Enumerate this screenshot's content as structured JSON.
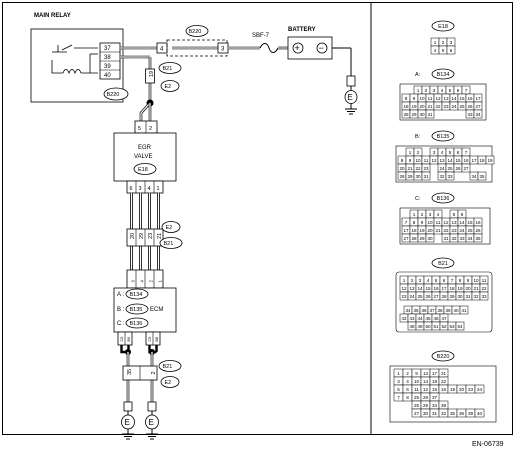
{
  "left": {
    "main_relay": {
      "title": "MAIN RELAY",
      "pins": [
        "37",
        "38",
        "39",
        "40"
      ],
      "connector": "B220"
    },
    "main_relay_conn": "B220",
    "fuse_pin_left": "4",
    "fuse_pin_right": "3",
    "fuse_label": "SBF-7",
    "battery_label": "BATTERY",
    "battery_plus": "+",
    "battery_minus": "−",
    "ground_symbol": "E",
    "b21_label": "B21",
    "e2_label": "E2",
    "b21_pin": "19",
    "egr": {
      "title_line1": "EGR",
      "title_line2": "VALVE",
      "connector": "E18",
      "top_pins": [
        "5",
        "2"
      ],
      "bottom_pins": [
        "6",
        "3",
        "4",
        "1"
      ]
    },
    "mid_e2": "E2",
    "mid_b21": "B21",
    "mid_pins": [
      "20",
      "29",
      "23",
      "21"
    ],
    "ecm": {
      "top_pins": [
        "B134",
        "B134",
        "B134",
        "B134"
      ],
      "top_pin_nums": [
        "3",
        "4",
        "2",
        "1"
      ],
      "row_a_label": "A :",
      "row_a_conn": "B134",
      "row_b_label": "B :",
      "row_b_conn": "B135",
      "ecm_label": "ECM",
      "row_c_label": "C :",
      "row_c_conn": "B136",
      "bottom_left": [
        "C6",
        "B9"
      ],
      "bottom_right": [
        "C5",
        "B8"
      ]
    },
    "low_b21": "B21",
    "low_e2": "E2",
    "low_pins": [
      "35",
      "2"
    ],
    "ground_left": "E",
    "ground_right": "E",
    "grounds_lower": [
      "E",
      "E"
    ]
  },
  "right": {
    "e18": {
      "label": "E18",
      "rows": [
        [
          "1",
          "2",
          "3"
        ],
        [
          "4",
          "5",
          "6"
        ]
      ]
    },
    "b134": {
      "label": "A: B134",
      "prefix": "A:",
      "conn": "B134",
      "rows": [
        [
          "1",
          "2",
          "3",
          "4",
          "5",
          "6",
          "7"
        ],
        [
          "8",
          "9",
          "10",
          "11",
          "12",
          "13",
          "14",
          "15",
          "16",
          "17"
        ],
        [
          "18",
          "19",
          "20",
          "21",
          "22",
          "23",
          "24",
          "25",
          "26",
          "27"
        ],
        [
          "28",
          "29",
          "30",
          "31",
          "",
          "",
          "",
          "",
          "33",
          "34"
        ]
      ]
    },
    "b135": {
      "prefix": "B:",
      "conn": "B135",
      "rows": [
        [
          "1",
          "2",
          "",
          "3",
          "4",
          "5",
          "6",
          "7"
        ],
        [
          "8",
          "9",
          "10",
          "11",
          "12",
          "13",
          "14",
          "15",
          "16",
          "17",
          "18",
          "19"
        ],
        [
          "20",
          "21",
          "22",
          "23",
          "",
          "24",
          "25",
          "26",
          "27"
        ],
        [
          "28",
          "29",
          "30",
          "31",
          "",
          "32",
          "33",
          "",
          "",
          "34",
          "35"
        ]
      ]
    },
    "b136": {
      "prefix": "C:",
      "conn": "B136",
      "rows": [
        [
          "1",
          "2",
          "3",
          "4",
          "",
          "5",
          "6"
        ],
        [
          "7",
          "8",
          "9",
          "10",
          "11",
          "12",
          "13",
          "14",
          "15",
          "16"
        ],
        [
          "17",
          "18",
          "19",
          "20",
          "21",
          "22",
          "23",
          "24",
          "25",
          "26"
        ],
        [
          "27",
          "28",
          "29",
          "30",
          "",
          "31",
          "32",
          "33",
          "34",
          "35"
        ]
      ]
    },
    "b21": {
      "conn": "B21",
      "rows": [
        [
          "1",
          "2",
          "3",
          "4",
          "5",
          "6",
          "7",
          "8",
          "9",
          "10",
          "11"
        ],
        [
          "12",
          "13",
          "14",
          "15",
          "16",
          "17",
          "18",
          "19",
          "20",
          "21",
          "22"
        ],
        [
          "23",
          "24",
          "25",
          "26",
          "27",
          "28",
          "29",
          "30",
          "31",
          "32",
          "33"
        ],
        [
          "34",
          "35",
          "36",
          "37",
          "38",
          "39",
          "40",
          "41"
        ],
        [
          "42",
          "43",
          "44",
          "45",
          "46",
          "47"
        ],
        [
          "48",
          "49",
          "50",
          "51",
          "52",
          "53",
          "54"
        ]
      ]
    },
    "b220": {
      "conn": "B220",
      "rows": [
        [
          "1",
          "2",
          "9",
          "13",
          "17",
          "21"
        ],
        [
          "3",
          "4",
          "10",
          "14",
          "18",
          "22"
        ],
        [
          "5",
          "6",
          "11",
          "12",
          "15",
          "16",
          "19",
          "20",
          "23",
          "24"
        ],
        [
          "7",
          "8",
          "25",
          "28",
          "37"
        ],
        [
          "26",
          "29",
          "34",
          "38"
        ],
        [
          "27",
          "30",
          "31",
          "32",
          "35",
          "36",
          "39",
          "40"
        ]
      ]
    }
  },
  "figure_id": "EN-06739"
}
